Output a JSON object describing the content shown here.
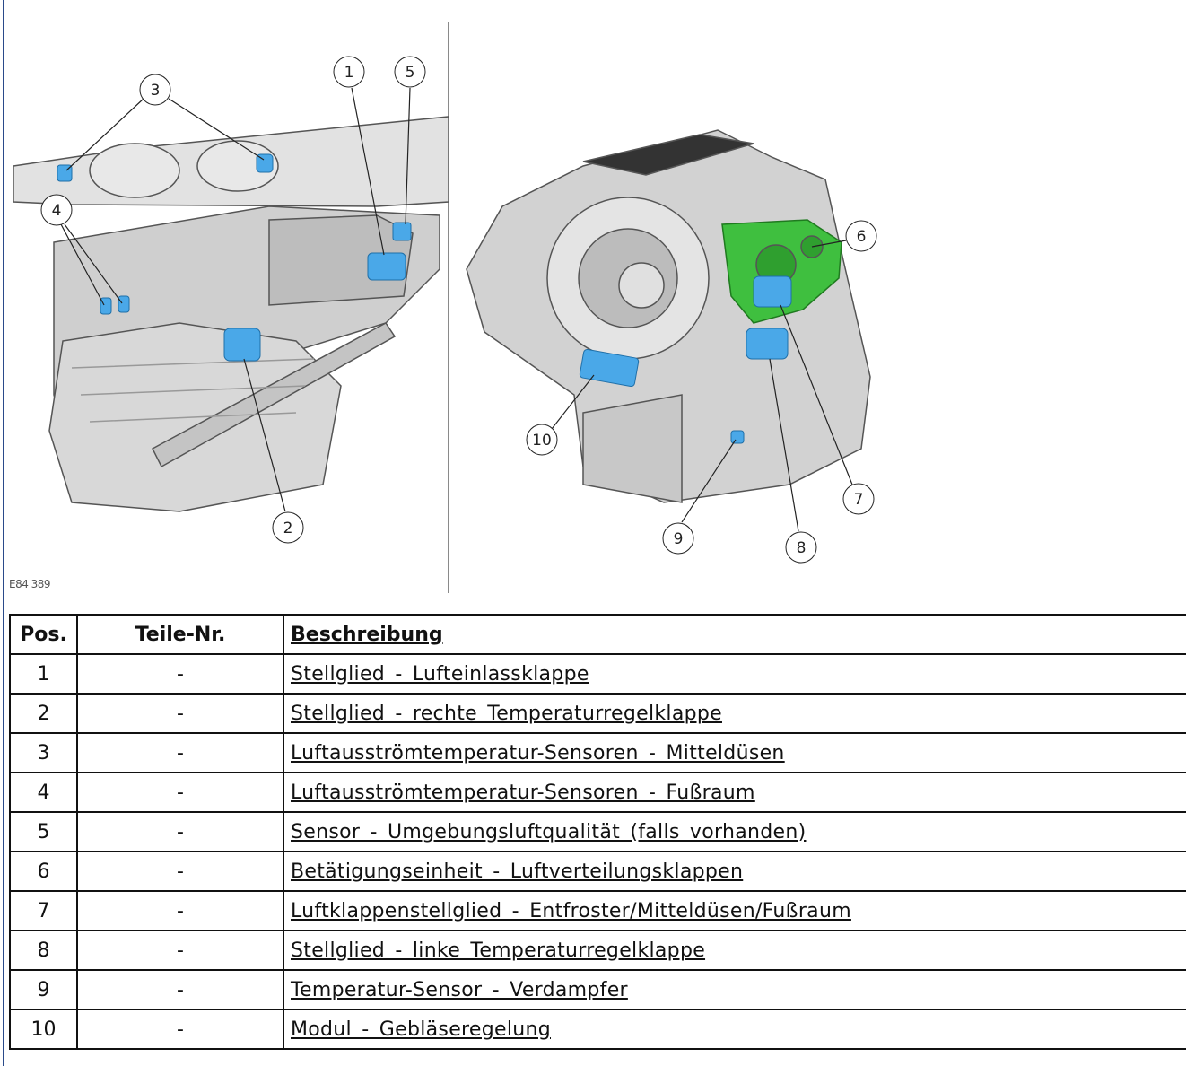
{
  "figure": {
    "id": "E84 389",
    "callouts": [
      "1",
      "2",
      "3",
      "4",
      "5",
      "6",
      "7",
      "8",
      "9",
      "10"
    ],
    "colors": {
      "component": "#4aa8e8",
      "actuator_unit": "#3fbf3f",
      "housing": "#d4d4d4"
    }
  },
  "table": {
    "headers": {
      "pos": "Pos.",
      "part_no": "Teile-Nr.",
      "description": "Beschreibung"
    },
    "rows": [
      {
        "pos": "1",
        "part_no": "-",
        "description": "Stellglied - Lufteinlassklappe"
      },
      {
        "pos": "2",
        "part_no": "-",
        "description": "Stellglied - rechte Temperaturregelklappe"
      },
      {
        "pos": "3",
        "part_no": "-",
        "description": "Luftausströmtemperatur-Sensoren - Mitteldüsen"
      },
      {
        "pos": "4",
        "part_no": "-",
        "description": "Luftausströmtemperatur-Sensoren - Fußraum"
      },
      {
        "pos": "5",
        "part_no": "-",
        "description": "Sensor - Umgebungsluftqualität (falls vorhanden)"
      },
      {
        "pos": "6",
        "part_no": "-",
        "description": "Betätigungseinheit - Luftverteilungsklappen"
      },
      {
        "pos": "7",
        "part_no": "-",
        "description": "Luftklappenstellglied - Entfroster/Mitteldüsen/Fußraum"
      },
      {
        "pos": "8",
        "part_no": "-",
        "description": "Stellglied - linke Temperaturregelklappe"
      },
      {
        "pos": "9",
        "part_no": "-",
        "description": "Temperatur-Sensor - Verdampfer"
      },
      {
        "pos": "10",
        "part_no": "-",
        "description": "Modul - Gebläseregelung"
      }
    ]
  }
}
